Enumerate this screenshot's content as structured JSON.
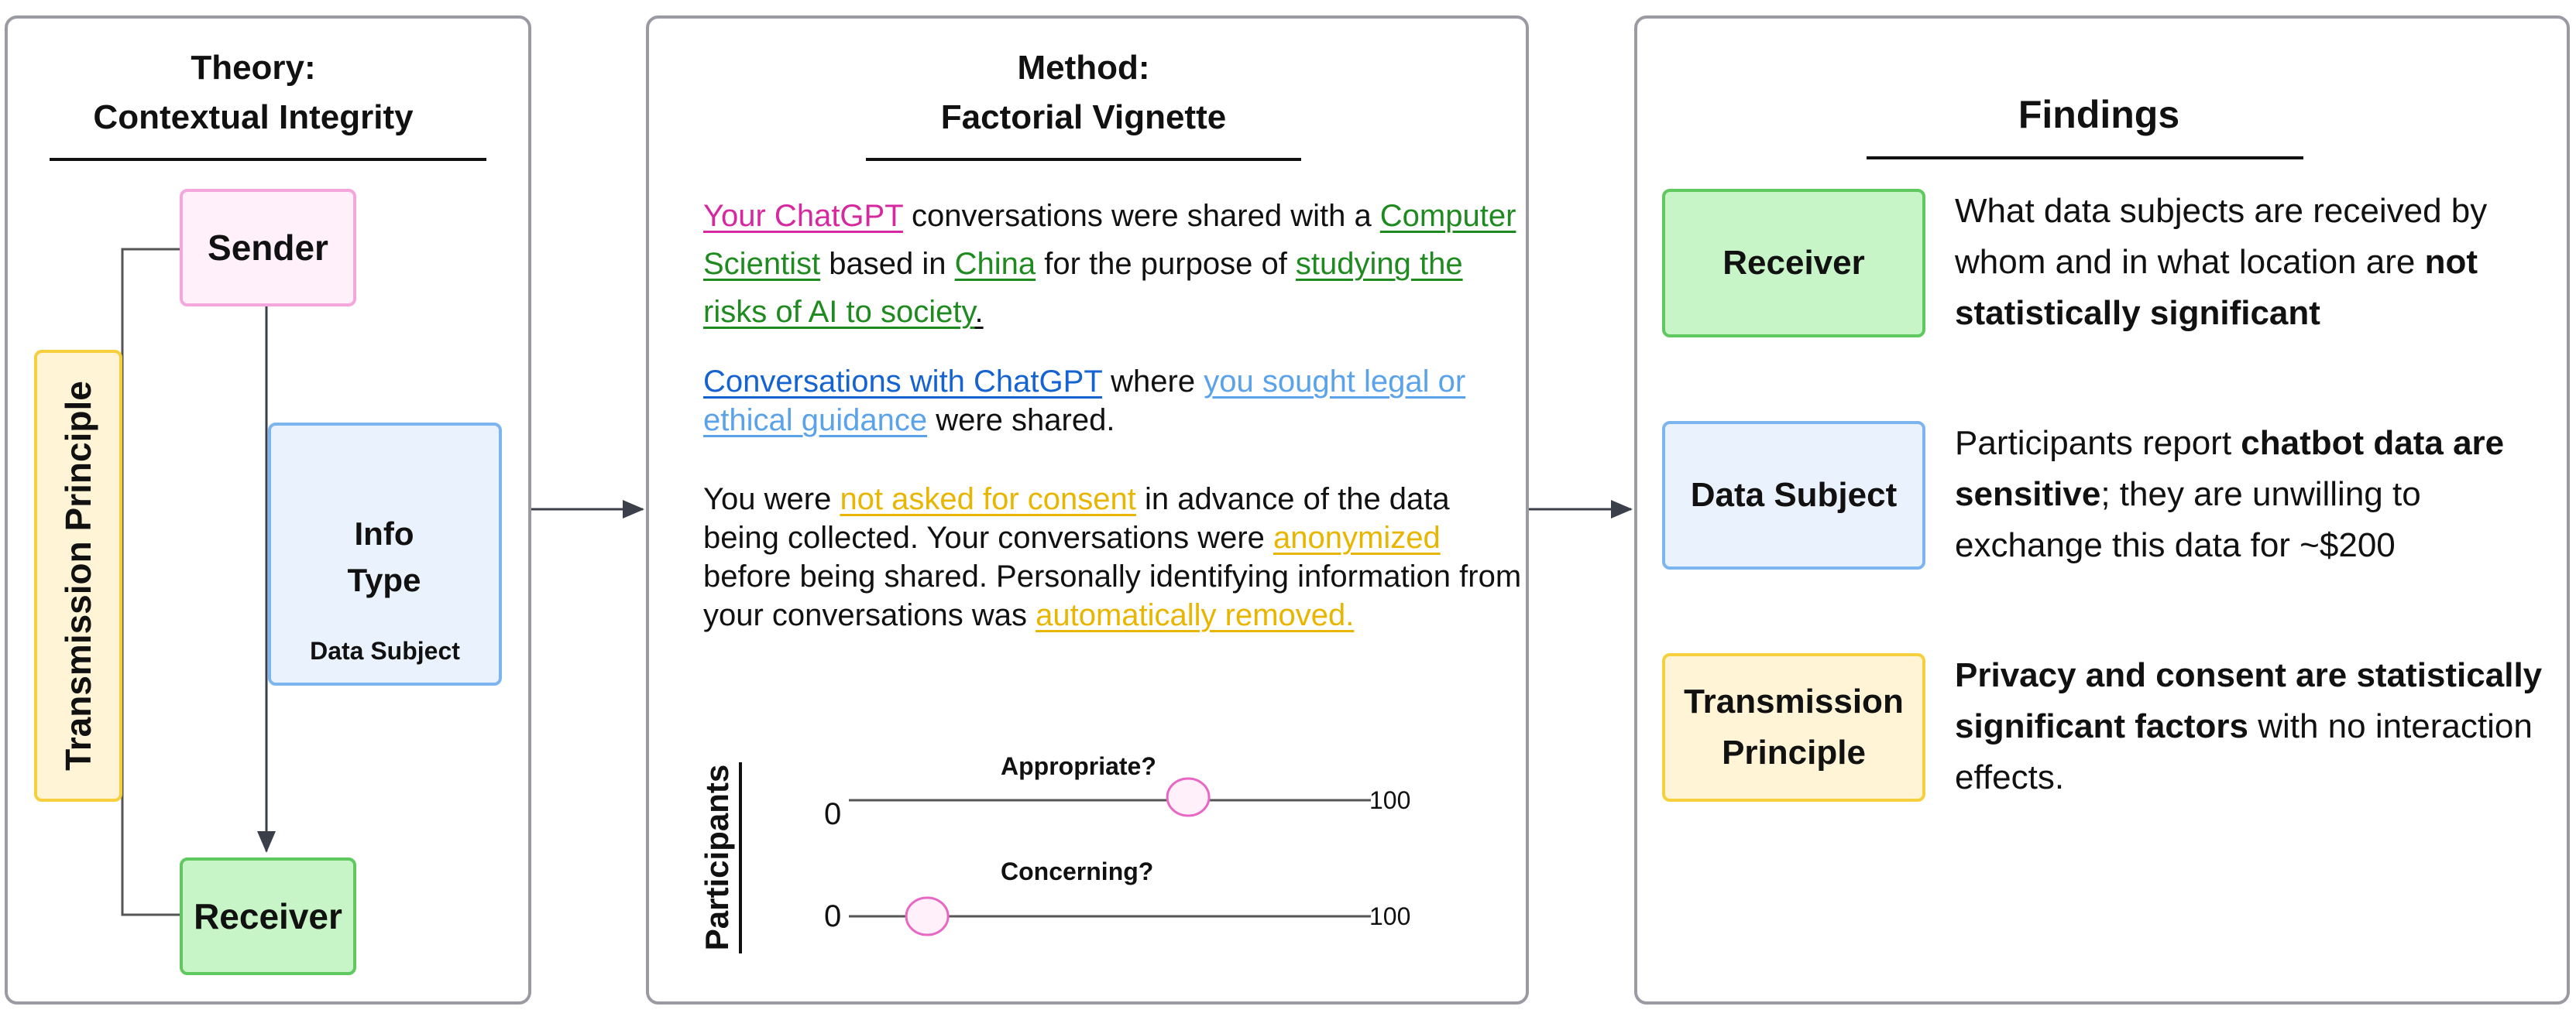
{
  "theory": {
    "title_line1": "Theory:",
    "title_line2": "Contextual Integrity",
    "sender": "Sender",
    "receiver": "Receiver",
    "info_type_line1": "Info",
    "info_type_line2": "Type",
    "data_subject": "Data Subject",
    "transmission_principle": "Transmission Principle"
  },
  "method": {
    "title_line1": "Method:",
    "title_line2": "Factorial Vignette",
    "p1": {
      "s1": "Your ChatGPT",
      "t1": " conversations were shared with a ",
      "s2": "Computer Scientist",
      "t2": " based in ",
      "s3": "China",
      "t3": " for the purpose of ",
      "s4": "studying the risks of AI to society",
      "t4": "."
    },
    "p2": {
      "s1": "Conversations with ChatGPT",
      "t1": " where ",
      "s2": "you sought legal or ethical guidance",
      "t2": " were shared."
    },
    "p3": {
      "t0": "You were ",
      "s1": "not asked for consent",
      "t1": " in advance of the data being collected. Your conversations were ",
      "s2": "anonymized",
      "t2": " before being shared. Personally identifying information from your conversations was ",
      "s3": "automatically removed."
    },
    "participants_label": "Participants",
    "slider1": {
      "question": "Appropriate?",
      "min_label": "0",
      "max_label": "100",
      "value": 65
    },
    "slider2": {
      "question": "Concerning?",
      "min_label": "0",
      "max_label": "100",
      "value": 15
    }
  },
  "findings": {
    "title": "Findings",
    "rows": [
      {
        "label": "Receiver",
        "text_a": "What data subjects are received by whom and in what location are ",
        "bold_a": "not statistically significant",
        "text_b": "",
        "bold_b": "",
        "text_c": ""
      },
      {
        "label": "Data Subject",
        "text_a": "Participants report ",
        "bold_a": "chatbot data are sensitive",
        "text_b": ";  they are unwilling to exchange this data for ~$200",
        "bold_b": "",
        "text_c": ""
      },
      {
        "label_line1": "Transmission",
        "label_line2": "Principle",
        "text_a": "",
        "bold_a": "Privacy and consent are statistically significant factors",
        "text_b": " with no interaction effects.",
        "bold_b": "",
        "text_c": ""
      }
    ]
  },
  "colors": {
    "sender": "#fff0fa",
    "receiver": "#c8f5c8",
    "data_subject": "#eaf3fd",
    "transmission": "#fff4d6",
    "cylinder": "#6eaaf2"
  }
}
